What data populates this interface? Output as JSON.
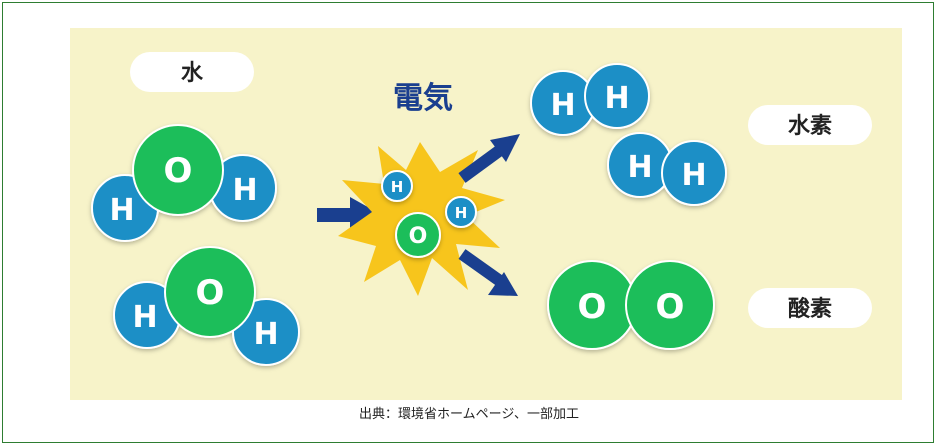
{
  "labels": {
    "water": "水",
    "electricity": "電気",
    "hydrogen": "水素",
    "oxygen": "酸素"
  },
  "atoms": {
    "hydrogen": "H",
    "oxygen": "O"
  },
  "caption": "出典：環境省ホームページ、一部加工",
  "colors": {
    "background_panel": "#f7f3c9",
    "hydrogen_atom": "#1a8fc6",
    "oxygen_atom": "#1fbe5a",
    "arrow": "#1a3f8f",
    "burst": "#f7c51c",
    "frame_border": "#2e7d32"
  }
}
